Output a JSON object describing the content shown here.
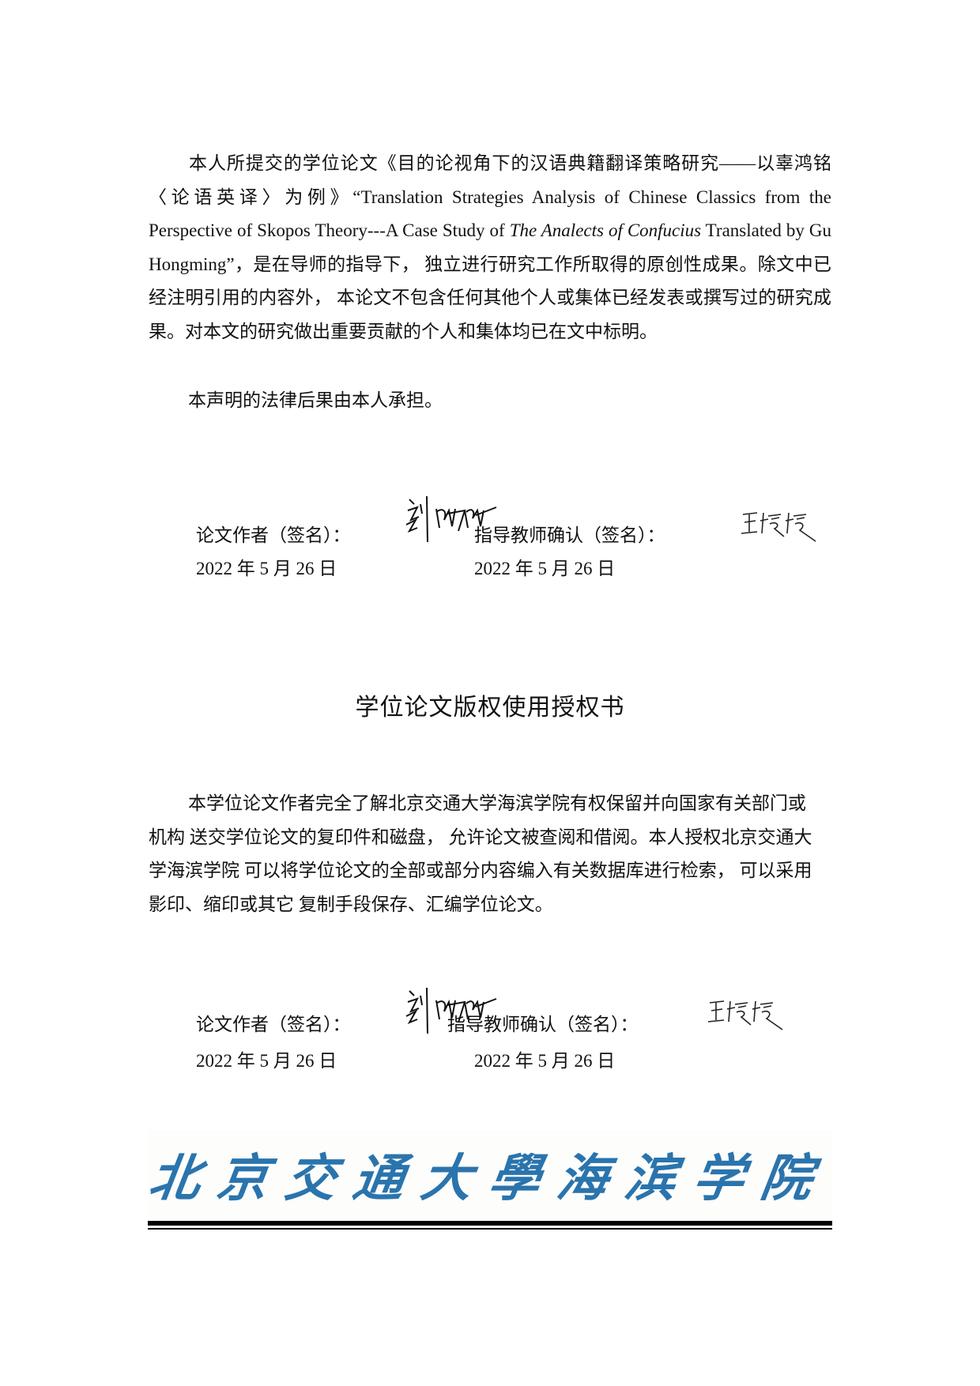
{
  "declaration": {
    "paragraph1": {
      "part1": "本人所提交的学位论文《目的论视角下的汉语典籍翻译策略研究——以辜鸿铭〈论语英译〉为例》“Translation Strategies Analysis of Chinese Classics from the Perspective of Skopos Theory---A Case Study of ",
      "italic": "The Analects of Confucius",
      "part2": " Translated by Gu Hongming”，是在导师的指导下， 独立进行研究工作所取得的原创性成果。除文中已经注明引用的内容外， 本论文不包含任何其他个人或集体已经发表或撰写过的研究成果。对本文的研究做出重要贡献的个人和集体均已在文中标明。"
    },
    "paragraph2": "本声明的法律后果由本人承担。",
    "signatures": {
      "author_label": "论文作者（签名）：",
      "author_signature": "刘姗姗",
      "author_date": "2022 年  5 月 26 日",
      "advisor_label": "指导教师确认（签名）：",
      "advisor_signature": "王媛媛",
      "advisor_date": "2022 年  5 月 26 日"
    }
  },
  "authorization": {
    "title": "学位论文版权使用授权书",
    "paragraph": "本学位论文作者完全了解北京交通大学海滨学院有权保留并向国家有关部门或机构  送交学位论文的复印件和磁盘， 允许论文被查阅和借阅。本人授权北京交通大学海滨学院  可以将学位论文的全部或部分内容编入有关数据库进行检索， 可以采用影印、缩印或其它  复制手段保存、汇编学位论文。",
    "signatures": {
      "author_label": "论文作者（签名）：",
      "author_signature": "刘姗姗",
      "author_date": "2022 年  5 月 26 日",
      "advisor_label": "指导教师确认（签名）：",
      "advisor_signature": "王媛媛",
      "advisor_date": "2022 年  5 月 26 日"
    }
  },
  "footer": {
    "logo_text": "北京交通大學海滨学院",
    "logo_color": "#2a74ad"
  }
}
